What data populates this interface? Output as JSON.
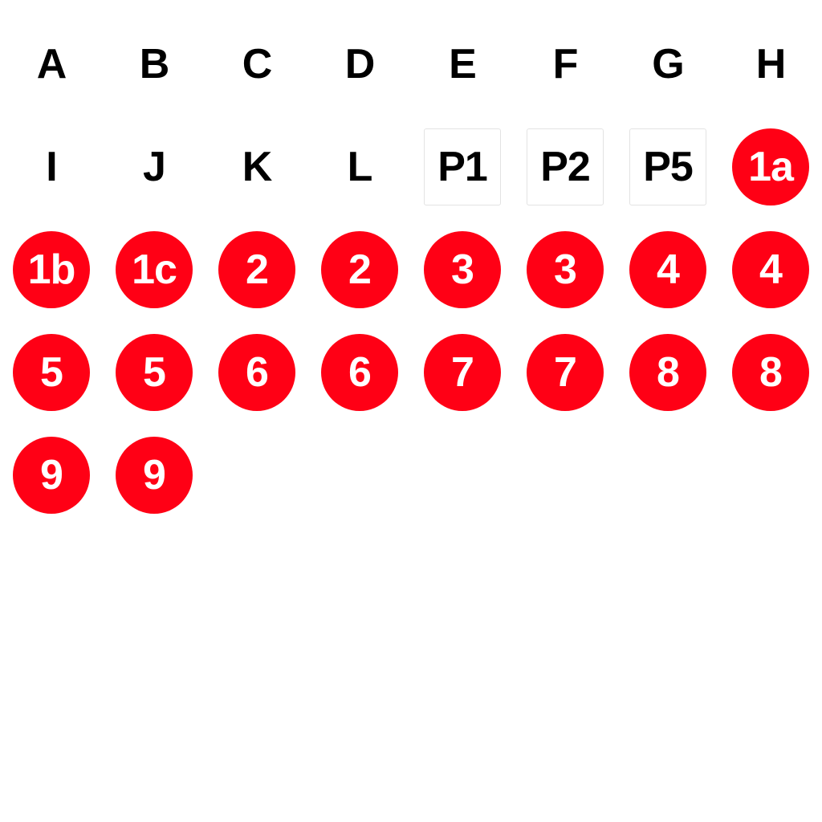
{
  "colors": {
    "route_bullet": "#ff0015",
    "route_text": "#ffffff",
    "letter_text": "#000000",
    "platform_border": "#e3e3e3"
  },
  "tiles": [
    {
      "label": "A",
      "kind": "letter"
    },
    {
      "label": "B",
      "kind": "letter"
    },
    {
      "label": "C",
      "kind": "letter"
    },
    {
      "label": "D",
      "kind": "letter"
    },
    {
      "label": "E",
      "kind": "letter"
    },
    {
      "label": "F",
      "kind": "letter"
    },
    {
      "label": "G",
      "kind": "letter"
    },
    {
      "label": "H",
      "kind": "letter"
    },
    {
      "label": "I",
      "kind": "letter"
    },
    {
      "label": "J",
      "kind": "letter"
    },
    {
      "label": "K",
      "kind": "letter"
    },
    {
      "label": "L",
      "kind": "letter"
    },
    {
      "label": "P1",
      "kind": "platform"
    },
    {
      "label": "P2",
      "kind": "platform"
    },
    {
      "label": "P5",
      "kind": "platform"
    },
    {
      "label": "1a",
      "kind": "route"
    },
    {
      "label": "1b",
      "kind": "route"
    },
    {
      "label": "1c",
      "kind": "route"
    },
    {
      "label": "2",
      "kind": "route"
    },
    {
      "label": "2",
      "kind": "route"
    },
    {
      "label": "3",
      "kind": "route"
    },
    {
      "label": "3",
      "kind": "route"
    },
    {
      "label": "4",
      "kind": "route"
    },
    {
      "label": "4",
      "kind": "route"
    },
    {
      "label": "5",
      "kind": "route"
    },
    {
      "label": "5",
      "kind": "route"
    },
    {
      "label": "6",
      "kind": "route"
    },
    {
      "label": "6",
      "kind": "route"
    },
    {
      "label": "7",
      "kind": "route"
    },
    {
      "label": "7",
      "kind": "route"
    },
    {
      "label": "8",
      "kind": "route"
    },
    {
      "label": "8",
      "kind": "route"
    },
    {
      "label": "9",
      "kind": "route"
    },
    {
      "label": "9",
      "kind": "route"
    }
  ]
}
